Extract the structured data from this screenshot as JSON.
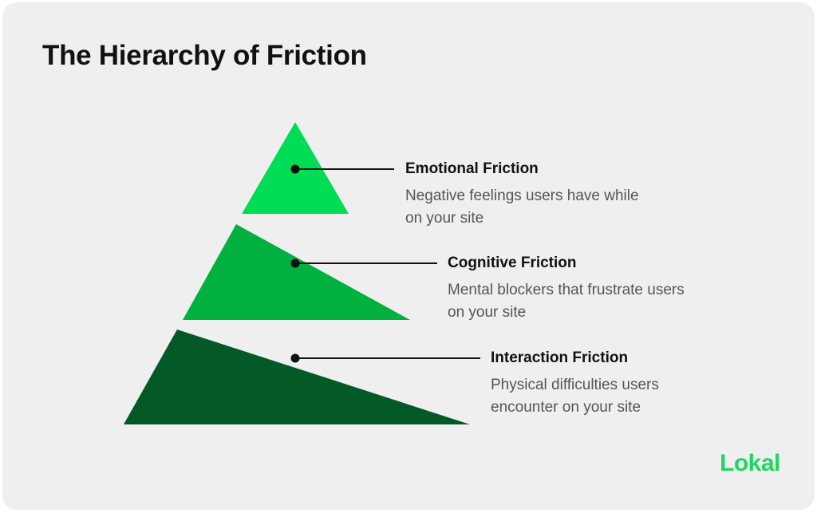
{
  "title": "The Hierarchy of Friction",
  "levels": [
    {
      "name": "Emotional Friction",
      "description": "Negative feelings users have while on your site",
      "color": "#00dd55"
    },
    {
      "name": "Cognitive Friction",
      "description": "Mental blockers that frustrate users on your site",
      "color": "#00b140"
    },
    {
      "name": "Interaction Friction",
      "description": "Physical difficulties users encounter on your site",
      "color": "#045a26"
    }
  ],
  "logo": {
    "text": "Lokal",
    "color": "#1ed760"
  },
  "colors": {
    "background": "#efefef",
    "title": "#111111",
    "description": "#555555",
    "connector": "#111111"
  }
}
